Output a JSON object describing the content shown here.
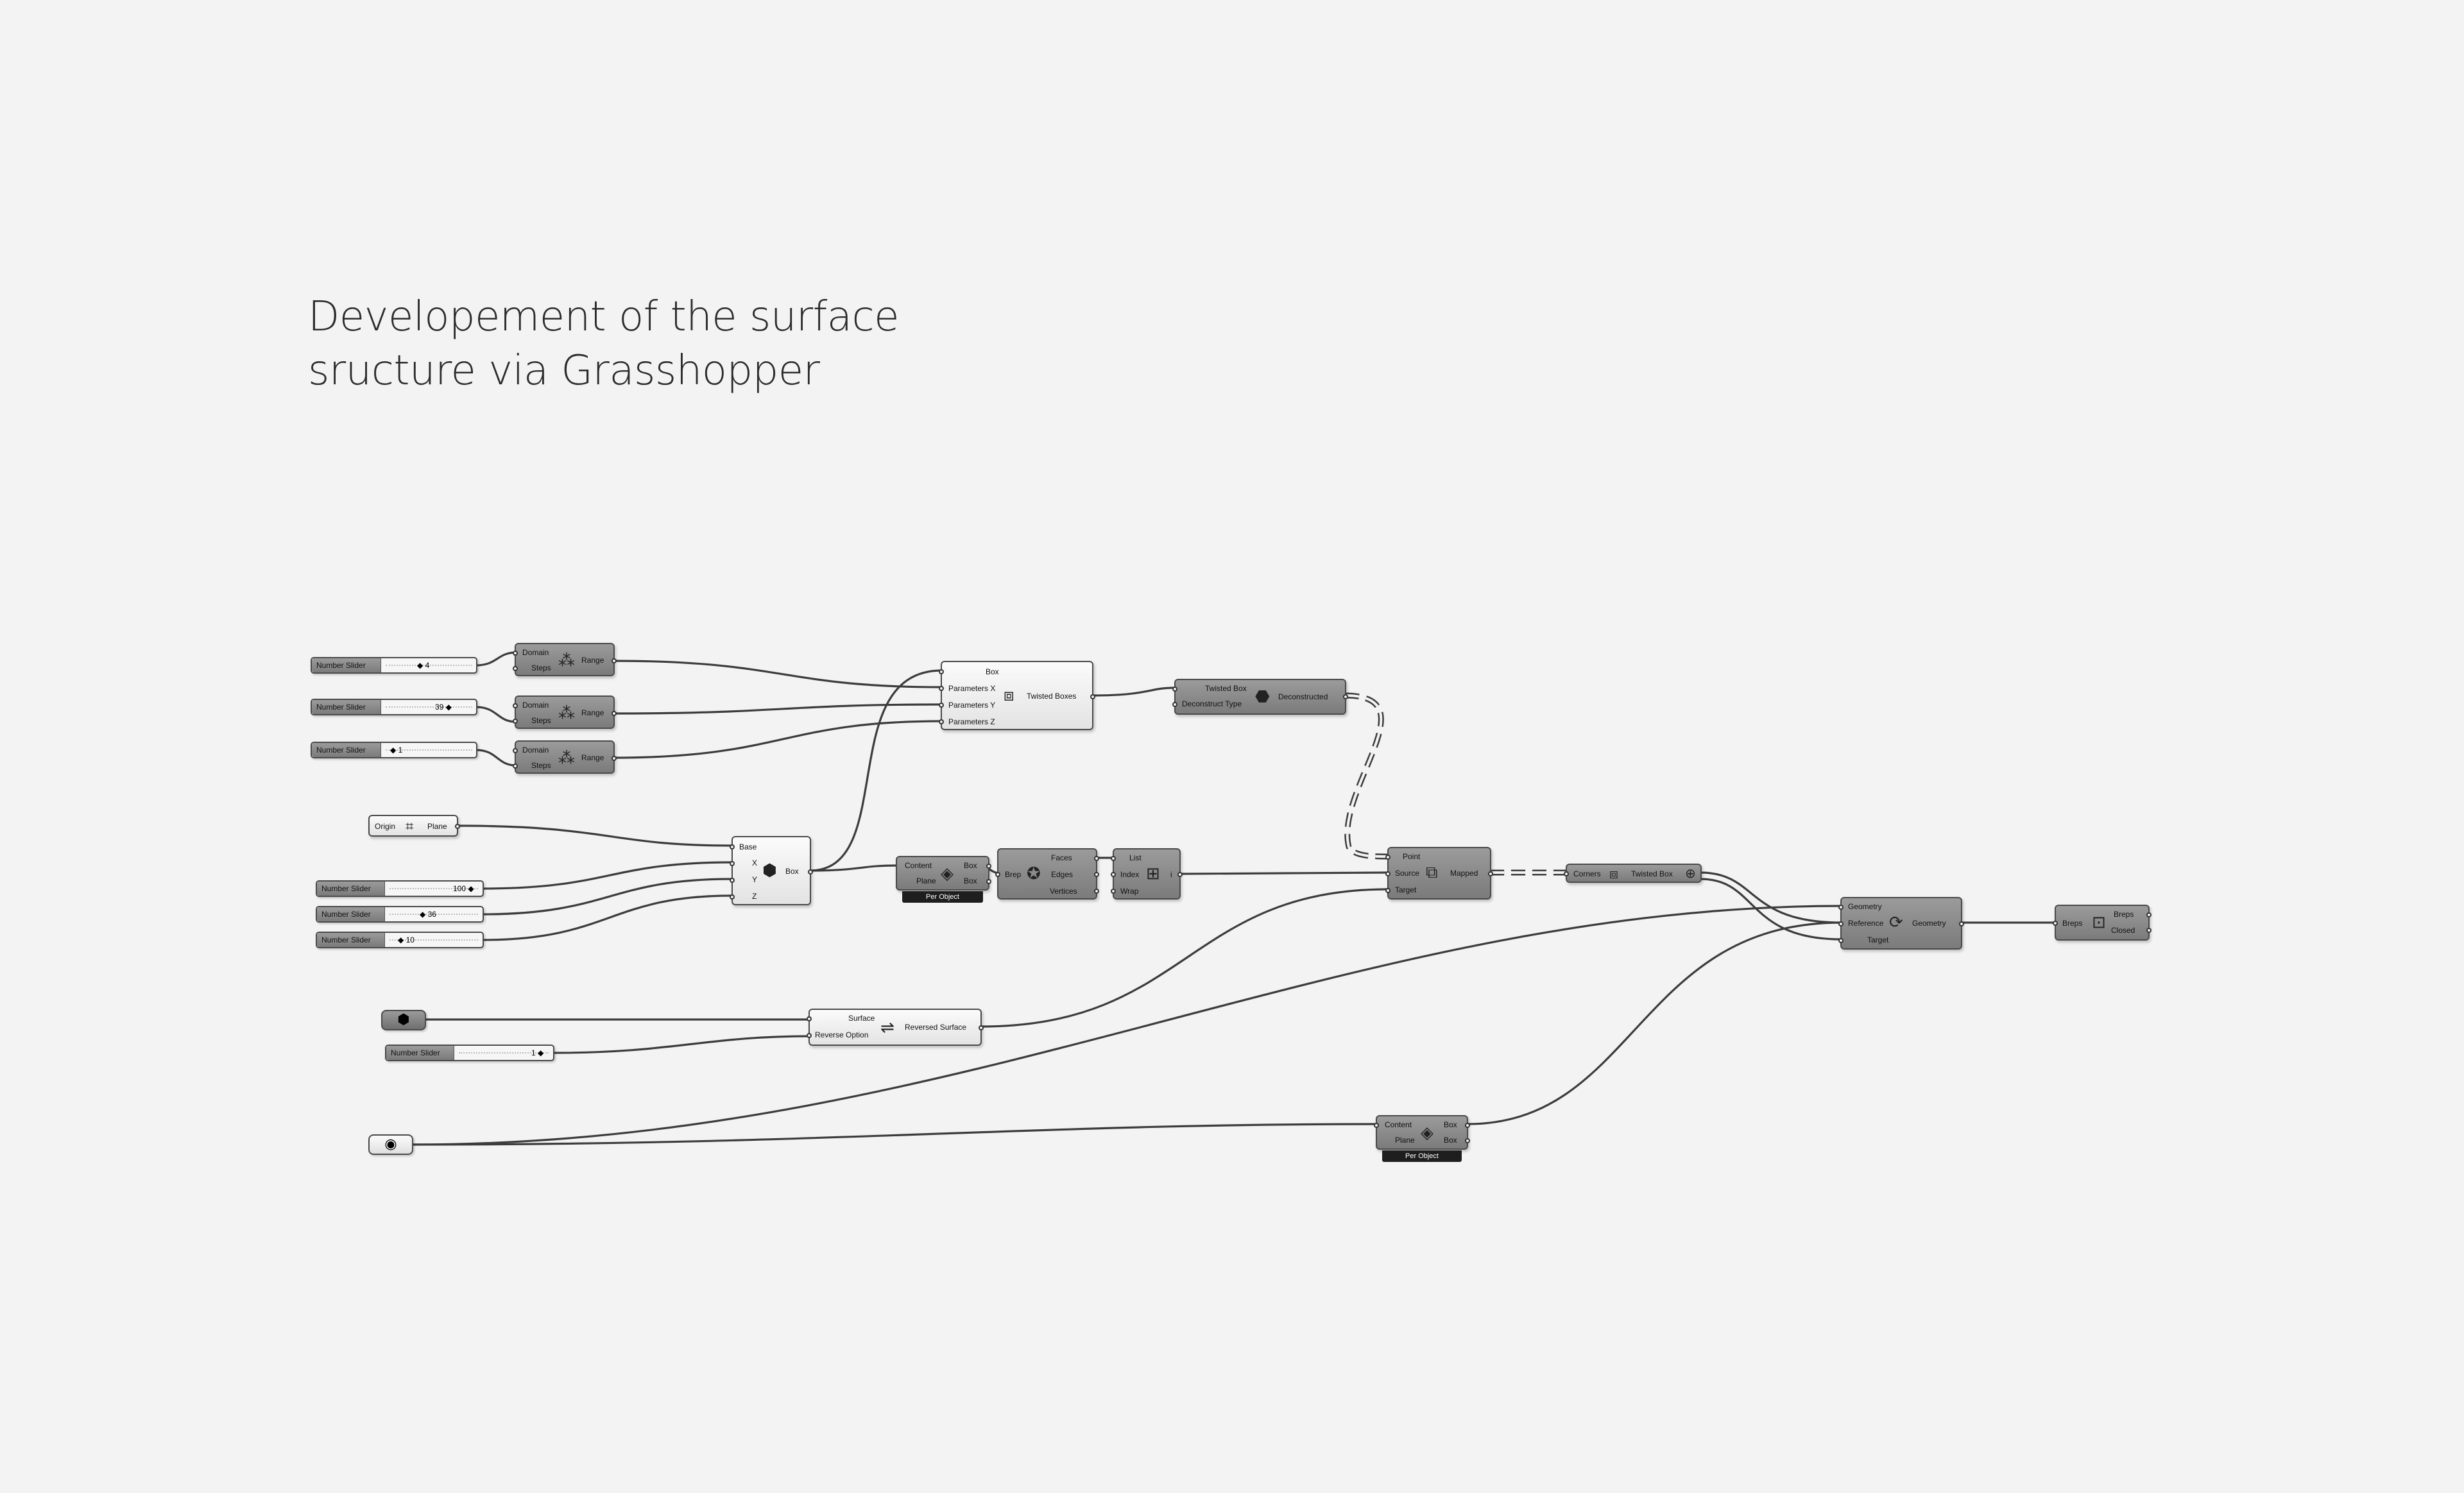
{
  "title": {
    "line1": "Developement of the surface",
    "line2": "sructure via Grasshopper"
  },
  "icons": {
    "range": "range-icon",
    "box": "box-icon",
    "twisted_box": "twisted-box-icon",
    "deconstruct": "deconstruct-icon",
    "content": "content-cube-icon",
    "brep": "brep-icon",
    "list": "list-item-icon",
    "map": "box-morph-icon",
    "corners": "corners-icon",
    "orient": "orient-icon",
    "check": "brep-check-icon",
    "surface": "surface-icon",
    "geometry": "geometry-icon",
    "reverse": "reverse-surface-icon",
    "plane": "plane-icon"
  },
  "sliders": {
    "s1": {
      "name": "Number Slider",
      "value": "◆ 4"
    },
    "s2": {
      "name": "Number Slider",
      "value": "39 ◆"
    },
    "s3": {
      "name": "Number Slider",
      "value": "◆ 1"
    },
    "s4": {
      "name": "Number Slider",
      "value": "100 ◆"
    },
    "s5": {
      "name": "Number Slider",
      "value": "◆ 36"
    },
    "s6": {
      "name": "Number Slider",
      "value": "◆ 10"
    },
    "s7": {
      "name": "Number Slider",
      "value": "1 ◆"
    }
  },
  "range1": {
    "in1": "Domain",
    "in2": "Steps",
    "out": "Range"
  },
  "range2": {
    "in1": "Domain",
    "in2": "Steps",
    "out": "Range"
  },
  "range3": {
    "in1": "Domain",
    "in2": "Steps",
    "out": "Range"
  },
  "plane": {
    "in": "Origin",
    "out": "Plane"
  },
  "box_comp": {
    "in1": "Base",
    "in2": "X",
    "in3": "Y",
    "in4": "Z",
    "out": "Box"
  },
  "twisted": {
    "in1": "Box",
    "in2": "Parameters X",
    "in3": "Parameters Y",
    "in4": "Parameters Z",
    "out": "Twisted Boxes"
  },
  "deconstruct": {
    "in1": "Twisted Box",
    "in2": "Deconstruct Type",
    "out": "Deconstructed"
  },
  "content1": {
    "in1": "Content",
    "in2": "Plane",
    "out1": "Box",
    "out2": "Box",
    "badge": "Per Object"
  },
  "brep": {
    "in": "Brep",
    "out1": "Faces",
    "out2": "Edges",
    "out3": "Vertices"
  },
  "list": {
    "in1": "List",
    "in2": "Index",
    "in3": "Wrap",
    "out": "i"
  },
  "map": {
    "in1": "Point",
    "in2": "Source",
    "in3": "Target",
    "out": "Mapped"
  },
  "corners": {
    "in": "Corners",
    "out": "Twisted Box"
  },
  "orient": {
    "in1": "Geometry",
    "in2": "Reference",
    "in3": "Target",
    "out": "Geometry"
  },
  "check": {
    "in": "Breps",
    "out1": "Breps",
    "out2": "Closed"
  },
  "reverse": {
    "in1": "Surface",
    "in2": "Reverse Option",
    "out": "Reversed Surface"
  },
  "content2": {
    "in1": "Content",
    "in2": "Plane",
    "out1": "Box",
    "out2": "Box",
    "badge": "Per Object"
  }
}
